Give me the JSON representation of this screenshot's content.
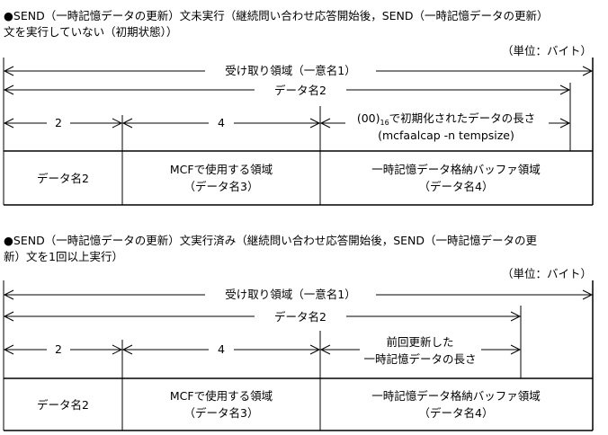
{
  "diagrams": [
    {
      "title_line1": "●SEND（一時記憶データの更新）文未実行（継続問い合わせ応答開始後，SEND（一時記憶データの更新）",
      "title_line2": "文を実行していない（初期状態））",
      "unit": "（単位：バイト）",
      "arrow_receive": "受け取り領域（一意名1）",
      "arrow_data2": "データ名2",
      "len_a": "2",
      "len_b": "4",
      "len_c_line1_prefix": "(00)",
      "len_c_line1_sub": "16",
      "len_c_line1_suffix": "で初期化されたデータの長さ",
      "len_c_line2": "(mcfaalcap -n tempsize)",
      "cell1": "データ名2",
      "cell2_line1": "MCFで使用する領域",
      "cell2_line2": "（データ名3）",
      "cell3_line1": "一時記憶データ格納バッファ領域",
      "cell3_line2": "（データ名4）"
    },
    {
      "title_line1": "●SEND（一時記憶データの更新）文実行済み（継続問い合わせ応答開始後，SEND（一時記憶データの更",
      "title_line2": "新）文を1回以上実行）",
      "unit": "（単位：バイト）",
      "arrow_receive": "受け取り領域（一意名1）",
      "arrow_data2": "データ名2",
      "len_a": "2",
      "len_b": "4",
      "len_c_line1": "前回更新した",
      "len_c_line2": "一時記憶データの長さ",
      "cell1": "データ名2",
      "cell2_line1": "MCFで使用する領域",
      "cell2_line2": "（データ名3）",
      "cell3_line1": "一時記憶データ格納バッファ領域",
      "cell3_line2": "（データ名4）"
    }
  ]
}
